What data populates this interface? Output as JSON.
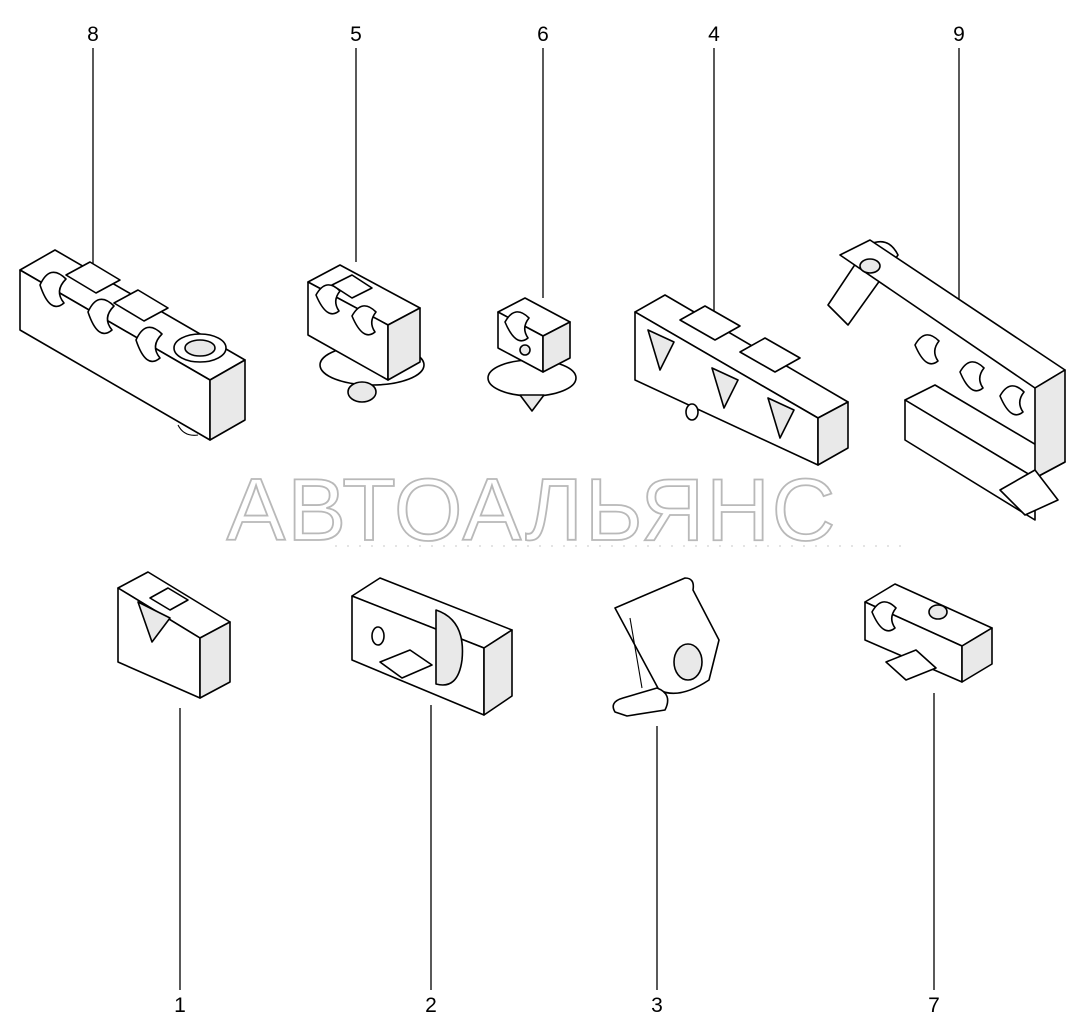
{
  "watermark": "АВТОАЛЬЯНС",
  "callouts": {
    "c1": "1",
    "c2": "2",
    "c3": "3",
    "c4": "4",
    "c5": "5",
    "c6": "6",
    "c7": "7",
    "c8": "8",
    "c9": "9"
  }
}
